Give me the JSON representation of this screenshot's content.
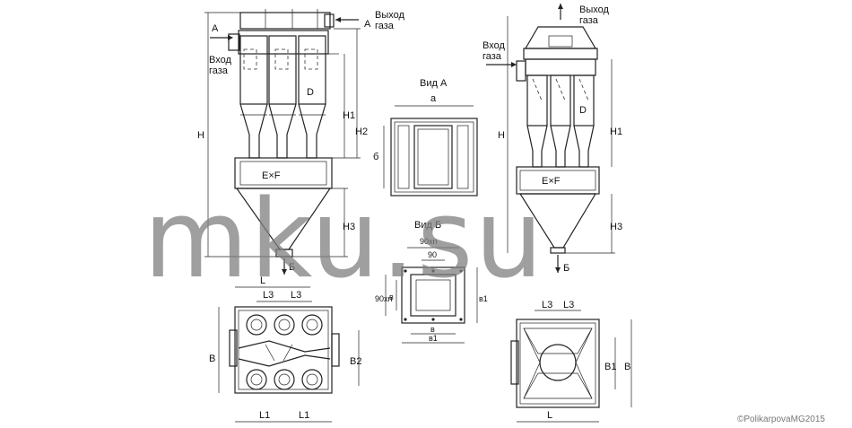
{
  "labels": {
    "a_left": "A",
    "a_right": "A",
    "inlet_1": "Вход",
    "inlet_2": "газа",
    "outlet_1": "Выход",
    "outlet_2": "газа",
    "h": "H",
    "h1": "H1",
    "h2": "H2",
    "h3": "H3",
    "d": "D",
    "exf": "E×F",
    "b_arrow": "Б",
    "view_a": "Вид А",
    "view_b": "Вид Б",
    "a_dim": "a",
    "b_dim": "б",
    "n90": "90xn",
    "n90b": "90",
    "v": "в",
    "v1": "в1",
    "l": "L",
    "l1": "L1",
    "l3": "L3",
    "big_b": "B",
    "b1": "B1",
    "b2": "B2"
  },
  "watermark": "mku.su",
  "copyright": "©PolikarpovaMG2015"
}
